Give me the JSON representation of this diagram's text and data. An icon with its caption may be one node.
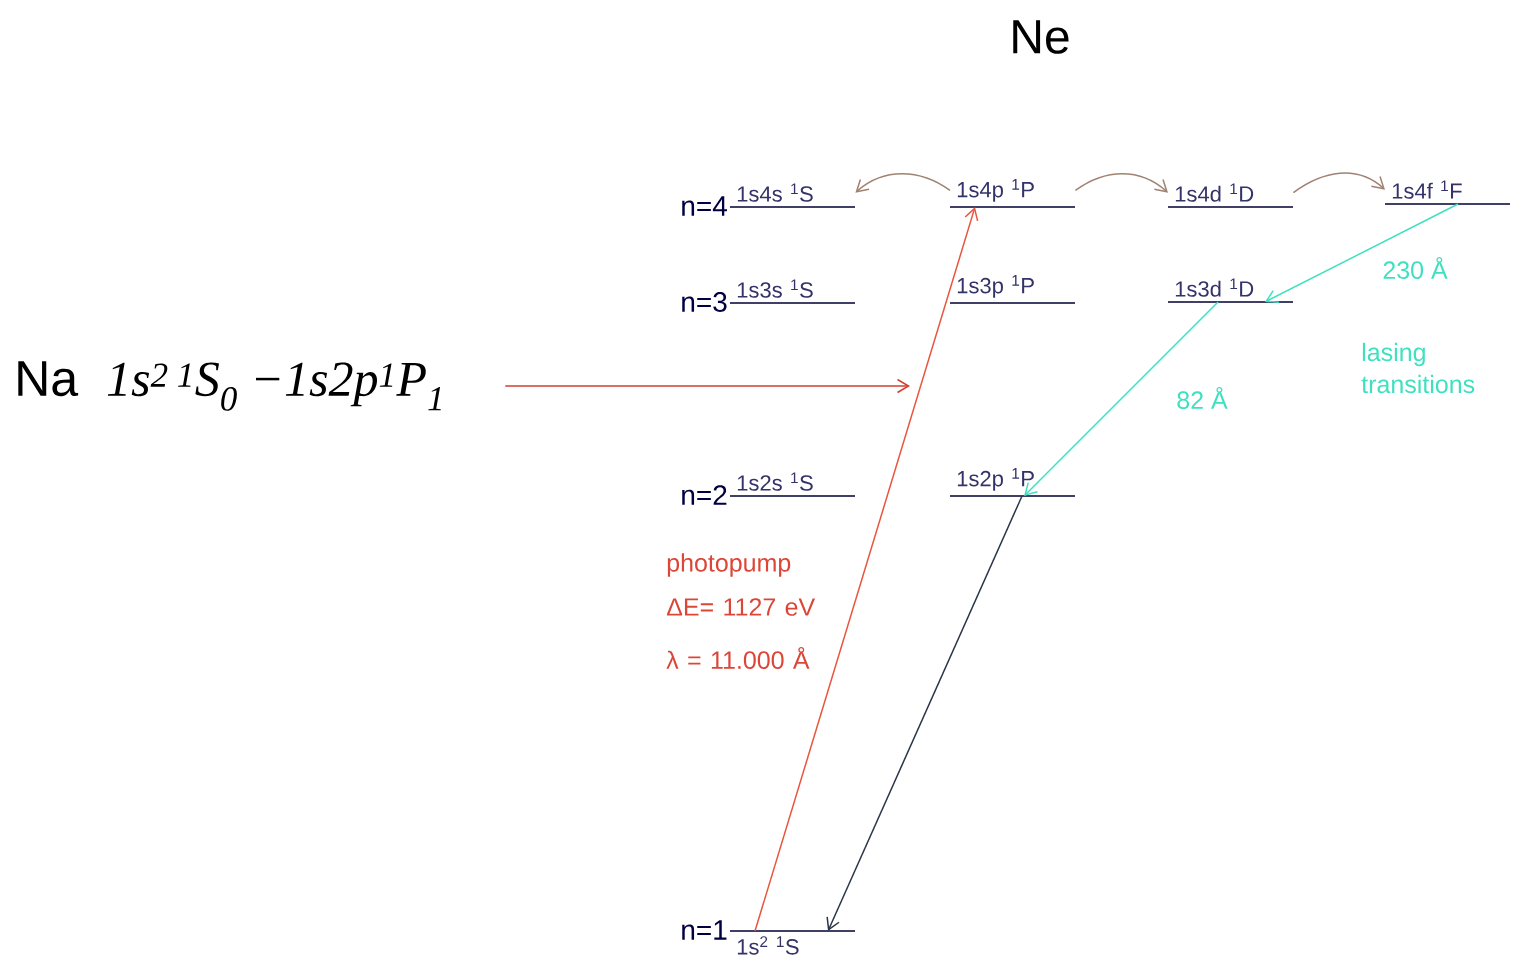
{
  "diagram": {
    "title": "Ne",
    "nodes": [
      {
        "text": [
          "1s4s $^{1}$S"
        ],
        "beside": [
          "n=4"
        ]
      },
      {
        "text": [
          "1s4p $^{1}$P"
        ]
      },
      {
        "text": [
          "1s4d $^{1}$D"
        ]
      },
      {
        "text": [
          "1s4f $^{1}$F"
        ]
      },
      {
        "text": [
          "1s3s $^{1}$S"
        ],
        "beside": [
          "n=3"
        ]
      },
      {
        "text": [
          "1s3p $^{1}$P"
        ]
      },
      {
        "text": [
          "1s3d $^{1}$D"
        ]
      },
      {
        "text": [
          "1s2s $^{1}$S"
        ],
        "beside": [
          "n=2"
        ]
      },
      {
        "text": [
          "1s2p $^{1}$P"
        ]
      },
      {
        "text": [
          "1s$^{2}$ $^{1}$S"
        ],
        "beside": [
          "n=1"
        ]
      },
      {
        "text": [
          "Na",
          "1s$^{2 1}$S$_{0}$ −1s2p$^{1}$P$_{1}$"
        ]
      }
    ],
    "edges": [
      {
        "from": 1,
        "to": 0,
        "arrow": "to",
        "color": "#a08272"
      },
      {
        "from": 1,
        "to": 2,
        "arrow": "to",
        "color": "#a08272"
      },
      {
        "from": 2,
        "to": 3,
        "arrow": "to",
        "color": "#a08272"
      },
      {
        "from": 9,
        "to": 1,
        "arrow": "to",
        "color": "#e8553f"
      },
      {
        "from": 3,
        "to": 6,
        "arrow": "to",
        "color": "#3fe0c0",
        "label": "230 Å"
      },
      {
        "from": 6,
        "to": 8,
        "arrow": "to",
        "color": "#3fe0c0",
        "label": "82 Å"
      },
      {
        "from": 8,
        "to": 9,
        "arrow": "to",
        "color": "#2a3548"
      },
      {
        "from": 10,
        "to": null,
        "arrow": "to",
        "color": "#d04030"
      }
    ],
    "labels": [
      "photopump",
      "ΔE= 1127 eV",
      "λ = 11.000 Å",
      "lasing transitions"
    ]
  }
}
